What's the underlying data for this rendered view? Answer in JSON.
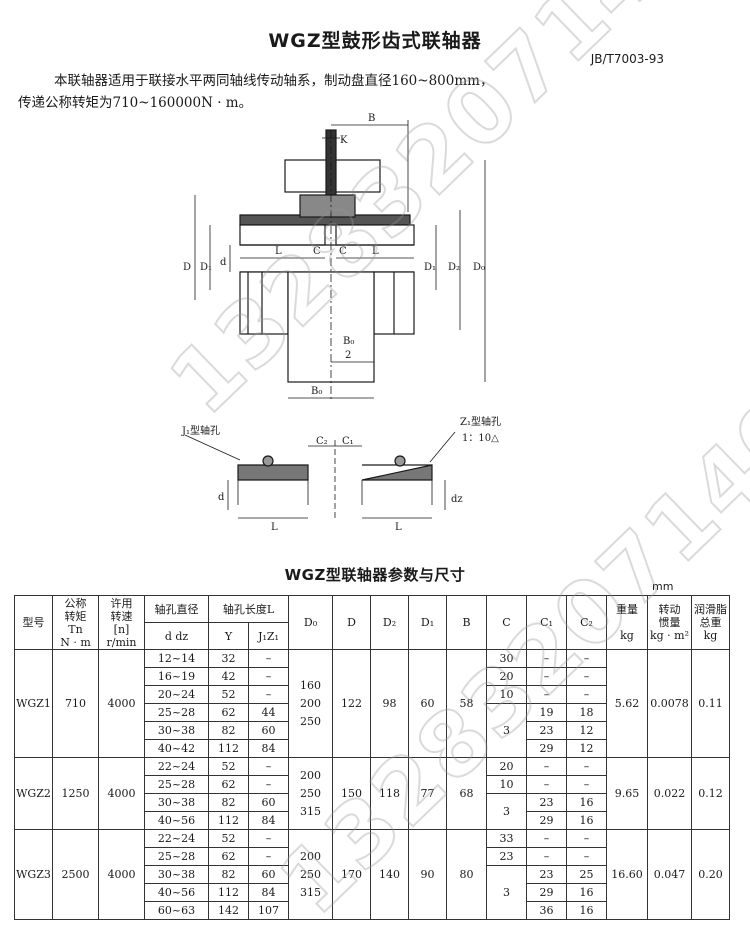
{
  "title": "WGZ型鼓形齿式联轴器",
  "standard": "JB/T7003-93",
  "intro_line1": "本联轴器适用于联接水平两同轴线传动轴系，制动盘直径160~800mm，",
  "intro_line2": "传递公称转矩为710~160000N · m。",
  "drawing": {
    "labels": {
      "K": "K",
      "B": "B",
      "L": "L",
      "C": "C",
      "D": "D",
      "D1": "D₁",
      "d": "d",
      "D2": "D₂",
      "D0": "D₀",
      "B0_half": "B₀",
      "two": "2",
      "B0": "B₀",
      "j1": "J₁型轴孔",
      "z1": "Z₁型轴孔",
      "taper": "1：10△",
      "C1": "C₁",
      "C2": "C₂",
      "dz": "dz"
    }
  },
  "watermark": "13283207140",
  "table": {
    "title": "WGZ型联轴器参数与尺寸",
    "unit": "mm",
    "headers": {
      "model": "型号",
      "torque": [
        "公称",
        "转矩",
        "Tn",
        "N · m"
      ],
      "speed": [
        "许用",
        "转速",
        "[n]",
        "r/min"
      ],
      "bore": "轴孔直径",
      "bore_sub": "d  dz",
      "length": "轴孔长度L",
      "Y": "Y",
      "J1Z1": "J₁Z₁",
      "D0": "D₀",
      "D": "D",
      "D2": "D₂",
      "D1": "D₁",
      "B": "B",
      "C": "C",
      "C1": "C₁",
      "C2": "C₂",
      "weight": [
        "重量",
        "kg"
      ],
      "inertia": [
        "转动",
        "惯量",
        "kg · m²"
      ],
      "grease": [
        "润滑脂",
        "总重",
        "kg"
      ]
    },
    "groups": [
      {
        "model": "WGZ1",
        "torque": "710",
        "speed": "4000",
        "D0": [
          "160",
          "200",
          "250"
        ],
        "D": "122",
        "D2": "98",
        "D1": "60",
        "B": "58",
        "weight": "5.62",
        "inertia": "0.0078",
        "grease": "0.11",
        "rows": [
          {
            "bore": "12~14",
            "Y": "32",
            "J1Z1": "–"
          },
          {
            "bore": "16~19",
            "Y": "42",
            "J1Z1": "–"
          },
          {
            "bore": "20~24",
            "Y": "52",
            "J1Z1": "–"
          },
          {
            "bore": "25~28",
            "Y": "62",
            "J1Z1": "44"
          },
          {
            "bore": "30~38",
            "Y": "82",
            "J1Z1": "60"
          },
          {
            "bore": "40~42",
            "Y": "112",
            "J1Z1": "84"
          }
        ],
        "C": [
          {
            "C": "30",
            "C1": "–",
            "C2": "–",
            "span": 1
          },
          {
            "C": "20",
            "C1": "–",
            "C2": "–",
            "span": 1
          },
          {
            "C": "10",
            "C1": "–",
            "C2": "–",
            "span": 1
          },
          {
            "C": "3",
            "span": 3,
            "sub": [
              {
                "C1": "19",
                "C2": "18"
              },
              {
                "C1": "23",
                "C2": "12"
              },
              {
                "C1": "29",
                "C2": "12"
              }
            ]
          }
        ]
      },
      {
        "model": "WGZ2",
        "torque": "1250",
        "speed": "4000",
        "D0": [
          "200",
          "250",
          "315"
        ],
        "D": "150",
        "D2": "118",
        "D1": "77",
        "B": "68",
        "weight": "9.65",
        "inertia": "0.022",
        "grease": "0.12",
        "rows": [
          {
            "bore": "22~24",
            "Y": "52",
            "J1Z1": "–"
          },
          {
            "bore": "25~28",
            "Y": "62",
            "J1Z1": "–"
          },
          {
            "bore": "30~38",
            "Y": "82",
            "J1Z1": "60"
          },
          {
            "bore": "40~56",
            "Y": "112",
            "J1Z1": "84"
          }
        ],
        "C": [
          {
            "C": "20",
            "C1": "–",
            "C2": "–",
            "span": 1
          },
          {
            "C": "10",
            "C1": "–",
            "C2": "–",
            "span": 1
          },
          {
            "C": "3",
            "span": 2,
            "sub": [
              {
                "C1": "23",
                "C2": "16"
              },
              {
                "C1": "29",
                "C2": "16"
              }
            ]
          }
        ]
      },
      {
        "model": "WGZ3",
        "torque": "2500",
        "speed": "4000",
        "D0": [
          "200",
          "250",
          "315"
        ],
        "D": "170",
        "D2": "140",
        "D1": "90",
        "B": "80",
        "weight": "16.60",
        "inertia": "0.047",
        "grease": "0.20",
        "rows": [
          {
            "bore": "22~24",
            "Y": "52",
            "J1Z1": "–"
          },
          {
            "bore": "25~28",
            "Y": "62",
            "J1Z1": "–"
          },
          {
            "bore": "30~38",
            "Y": "82",
            "J1Z1": "60"
          },
          {
            "bore": "40~56",
            "Y": "112",
            "J1Z1": "84"
          },
          {
            "bore": "60~63",
            "Y": "142",
            "J1Z1": "107"
          }
        ],
        "C": [
          {
            "C": "33",
            "C1": "–",
            "C2": "–",
            "span": 1
          },
          {
            "C": "23",
            "C1": "–",
            "C2": "–",
            "span": 1
          },
          {
            "C": "3",
            "span": 3,
            "sub": [
              {
                "C1": "23",
                "C2": "25"
              },
              {
                "C1": "29",
                "C2": "16"
              },
              {
                "C1": "36",
                "C2": "16"
              }
            ]
          }
        ]
      }
    ]
  }
}
